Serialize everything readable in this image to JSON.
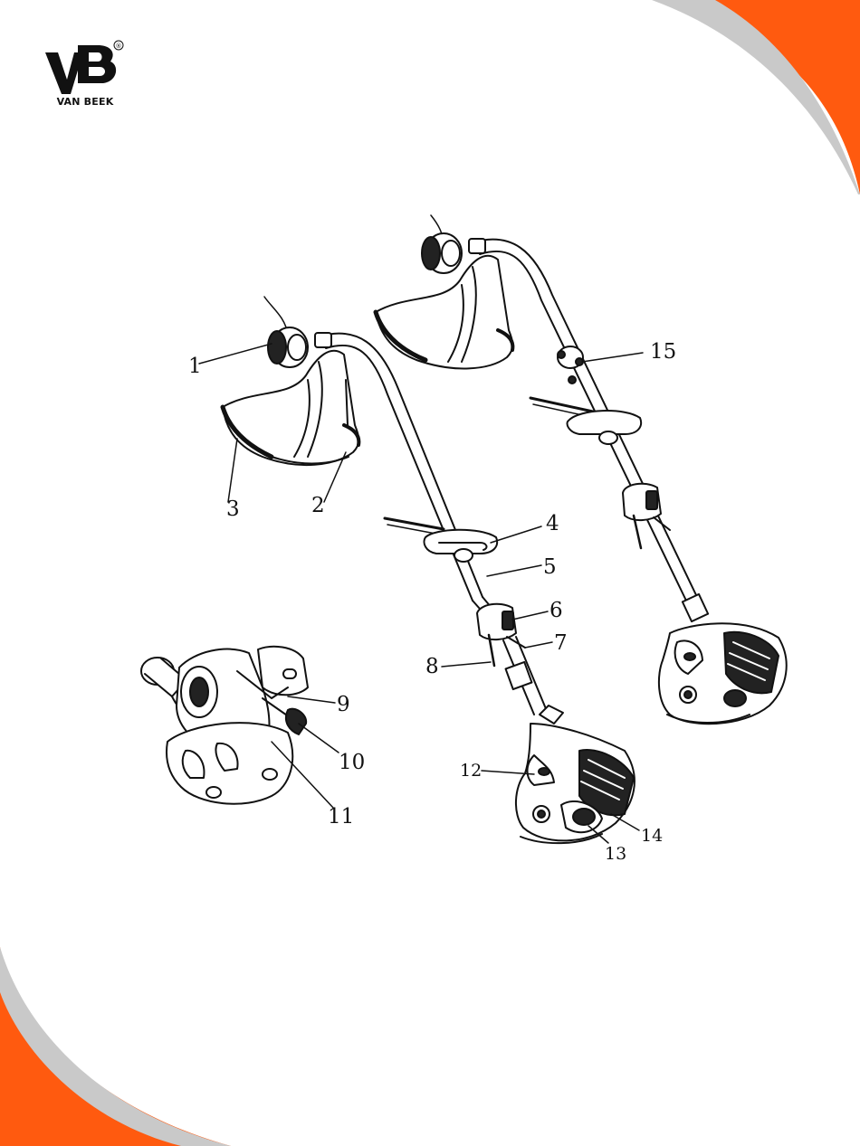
{
  "brand": {
    "logo_text": "VAN BEEK",
    "logo_mark": "VB",
    "registered": "®"
  },
  "colors": {
    "accent_orange": "#ff5a0f",
    "accent_grey": "#c9c9c9",
    "line": "#111111"
  },
  "callouts": {
    "c1": "1",
    "c2": "2",
    "c3": "3",
    "c4": "4",
    "c5": "5",
    "c6": "6",
    "c7": "7",
    "c8": "8",
    "c9": "9",
    "c10": "10",
    "c11": "11",
    "c12": "12",
    "c13": "13",
    "c14": "14",
    "c15": "15"
  }
}
